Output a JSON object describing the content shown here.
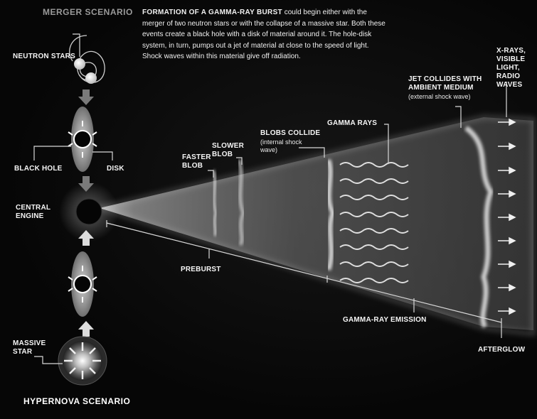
{
  "titles": {
    "merger": "MERGER SCENARIO",
    "hypernova": "HYPERNOVA SCENARIO"
  },
  "caption": {
    "heading": "FORMATION OF A GAMMA-RAY BURST",
    "body": " could begin either with the merger of two neutron stars or with the collapse of a massive star. Both these events create a black hole with a disk of material around it. The hole-disk system, in turn, pumps out a jet of material at close to the speed of light. Shock waves within this material give off radiation."
  },
  "labels": {
    "neutron_stars": "NEUTRON STARS",
    "black_hole": "BLACK HOLE",
    "disk": "DISK",
    "central_engine_1": "CENTRAL",
    "central_engine_2": "ENGINE",
    "massive_star_1": "MASSIVE",
    "massive_star_2": "STAR",
    "faster_blob_1": "FASTER",
    "faster_blob_2": "BLOB",
    "slower_blob_1": "SLOWER",
    "slower_blob_2": "BLOB",
    "blobs_collide": "BLOBS COLLIDE",
    "internal_shock_1": "(internal shock",
    "internal_shock_2": "wave)",
    "gamma_rays": "GAMMA RAYS",
    "jet_collides_1": "JET COLLIDES WITH",
    "jet_collides_2": "AMBIENT MEDIUM",
    "external_shock": "(external shock wave)",
    "xrays_1": "X-RAYS,",
    "xrays_2": "VISIBLE",
    "xrays_3": "LIGHT,",
    "xrays_4": "RADIO",
    "xrays_5": "WAVES",
    "preburst": "PREBURST",
    "gamma_emission": "GAMMA-RAY EMISSION",
    "afterglow": "AFTERGLOW"
  },
  "colors": {
    "background": "#050505",
    "text": "#f2f2f2",
    "subtitle": "#9a9a9a",
    "glow": "#e6e6e6"
  }
}
